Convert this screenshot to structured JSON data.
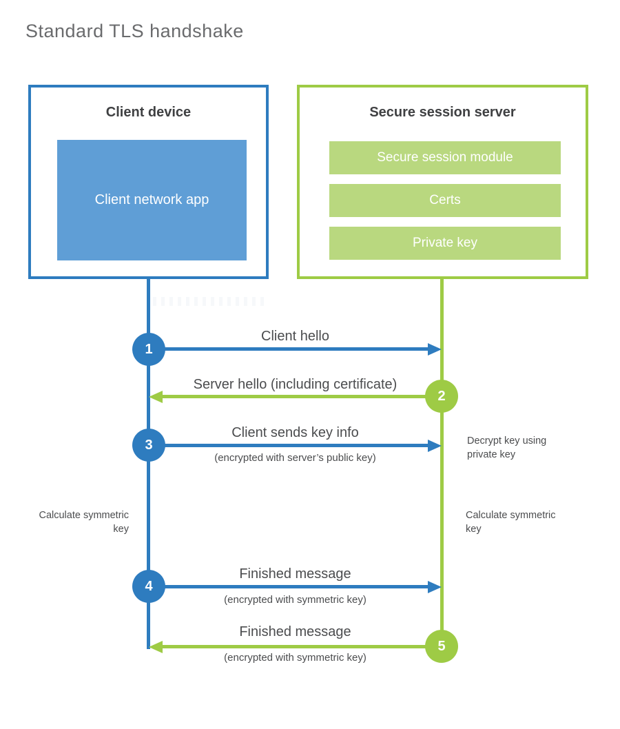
{
  "title": "Standard TLS handshake",
  "colors": {
    "blue": "#2e7cbf",
    "blue_fill": "#5f9ed6",
    "green": "#9ecb45",
    "green_fill": "#b9d87f"
  },
  "client": {
    "title": "Client device",
    "app_label": "Client network app"
  },
  "server": {
    "title": "Secure session server",
    "modules": [
      "Secure session module",
      "Certs",
      "Private key"
    ]
  },
  "steps": [
    {
      "number": "1",
      "label": "Client hello",
      "sublabel": "",
      "direction": "right",
      "from": "client"
    },
    {
      "number": "2",
      "label": "Server hello (including certificate)",
      "sublabel": "",
      "direction": "left",
      "from": "server"
    },
    {
      "number": "3",
      "label": "Client sends key info",
      "sublabel": "(encrypted with server’s public key)",
      "direction": "right",
      "from": "client"
    },
    {
      "number": "4",
      "label": "Finished message",
      "sublabel": "(encrypted with symmetric key)",
      "direction": "right",
      "from": "client"
    },
    {
      "number": "5",
      "label": "Finished message",
      "sublabel": "(encrypted with symmetric key)",
      "direction": "left",
      "from": "server"
    }
  ],
  "notes": {
    "decrypt": "Decrypt key using private key",
    "calc_left": "Calculate symmetric key",
    "calc_right": "Calculate symmetric key"
  }
}
